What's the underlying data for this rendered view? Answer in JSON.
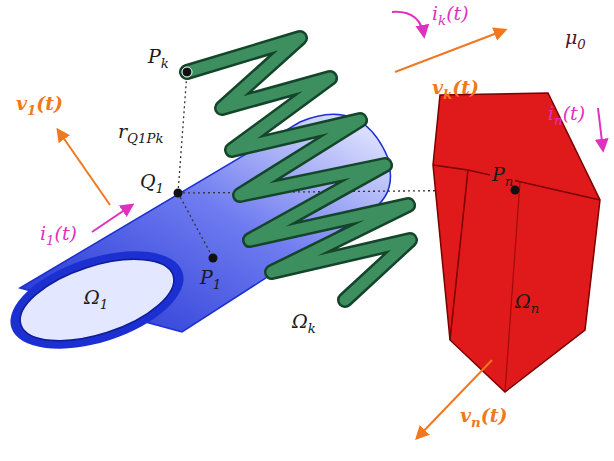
{
  "diagram": {
    "labels": [
      "Pk",
      "ik(t)",
      "vk(t)",
      "μ0",
      "rQ1Pk",
      "v1(t)",
      "Q1",
      "P1",
      "i1(t)",
      "Ω1",
      "Ωk",
      "in(t)",
      "Pn",
      "Ωn",
      "vn(t)"
    ]
  }
}
